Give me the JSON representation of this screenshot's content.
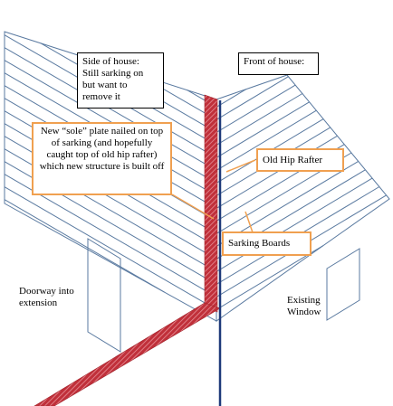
{
  "labels": {
    "side_of_house": "Side of house: Still sarking on but want to remove it",
    "front_of_house": "Front of house:",
    "sole_plate": "New “sole” plate nailed on top of sarking (and hopefully caught top of old hip rafter) which new structure is built off",
    "old_hip_rafter": "Old Hip Rafter",
    "sarking_boards": "Sarking Boards",
    "doorway": "Doorway into extension",
    "existing_window": "Existing Window"
  },
  "colors": {
    "sarking_lines": "#5a7aa0",
    "sole_plate_fill": "#c0303a",
    "sole_plate_hatch": "#e89098",
    "hip_rafter": "#1e3a7a",
    "callout_border": "#f0a050",
    "outline": "#000000"
  }
}
